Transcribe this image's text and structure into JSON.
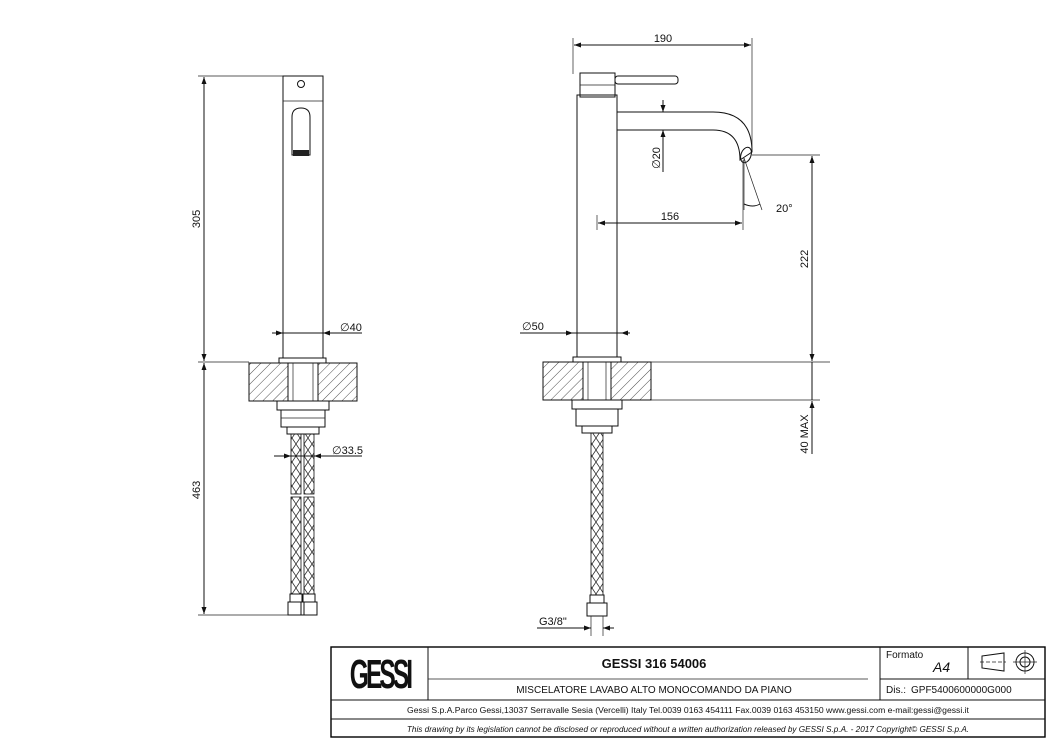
{
  "dimensions": {
    "front_height_top": "305",
    "front_height_bottom": "463",
    "front_body_diameter": "∅40",
    "front_hose_diameter": "∅33.5",
    "side_width": "190",
    "side_spout_diameter": "∅20",
    "side_spout_reach": "156",
    "side_angle": "20°",
    "side_spout_height": "222",
    "side_body_diameter": "∅50",
    "side_deck_max": "40 MAX",
    "side_thread": "G3/8\""
  },
  "title_block": {
    "logo": "GESSI",
    "product_code": "GESSI 316 54006",
    "description": "MISCELATORE LAVABO ALTO MONOCOMANDO DA PIANO",
    "formato_label": "Formato",
    "formato_value": "A4",
    "dis_label": "Dis.:",
    "dis_value": "GPF5400600000G000",
    "company_info": "Gessi S.p.A.Parco Gessi,13037 Serravalle Sesia (Vercelli) Italy Tel.0039 0163 454111 Fax.0039 0163 453150 www.gessi.com e-mail:gessi@gessi.it",
    "legal_notice": "This drawing by its legislation cannot be disclosed or reproduced without a written authorization released by GESSI S.p.A. - 2017 Copyright© GESSI S.p.A."
  },
  "colors": {
    "line": "#111111",
    "background": "#ffffff"
  },
  "icons": {
    "projection_symbol": "first-angle-projection-icon"
  }
}
